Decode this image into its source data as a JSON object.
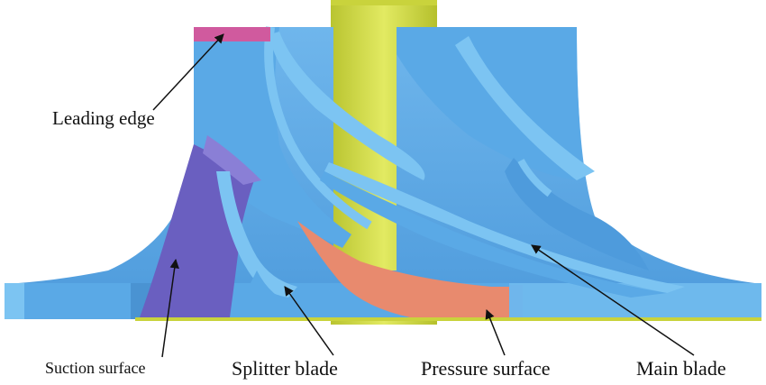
{
  "labels": {
    "leading_edge": "Leading edge",
    "suction_surface": "Suction surface",
    "splitter_blade": "Splitter blade",
    "pressure_surface": "Pressure surface",
    "main_blade": "Main blade"
  },
  "colors": {
    "hub": "#5aa9e6",
    "blade_highlight": "#7cc4f2",
    "shaft": "#d6e04a",
    "suction_surface": "#6a5fc0",
    "pressure_surface": "#e88a6e",
    "leading_edge": "#d05a9e",
    "arrow": "#111111"
  }
}
